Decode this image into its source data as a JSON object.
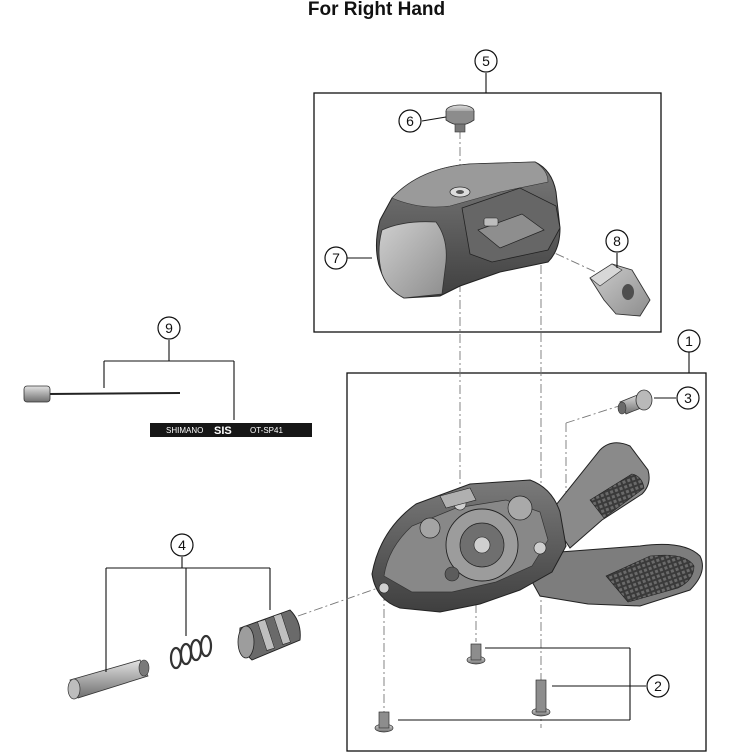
{
  "title": "For Right Hand",
  "callouts": [
    "1",
    "2",
    "3",
    "4",
    "5",
    "6",
    "7",
    "8",
    "9"
  ],
  "cable_print": {
    "brand": "SHIMANO",
    "model": "SIS",
    "code": "OT-SP41"
  },
  "colors": {
    "part_dark": "#5a5a5a",
    "part_mid": "#858585",
    "part_light": "#b5b5b5",
    "line": "#111111",
    "cable_housing": "#161616"
  }
}
